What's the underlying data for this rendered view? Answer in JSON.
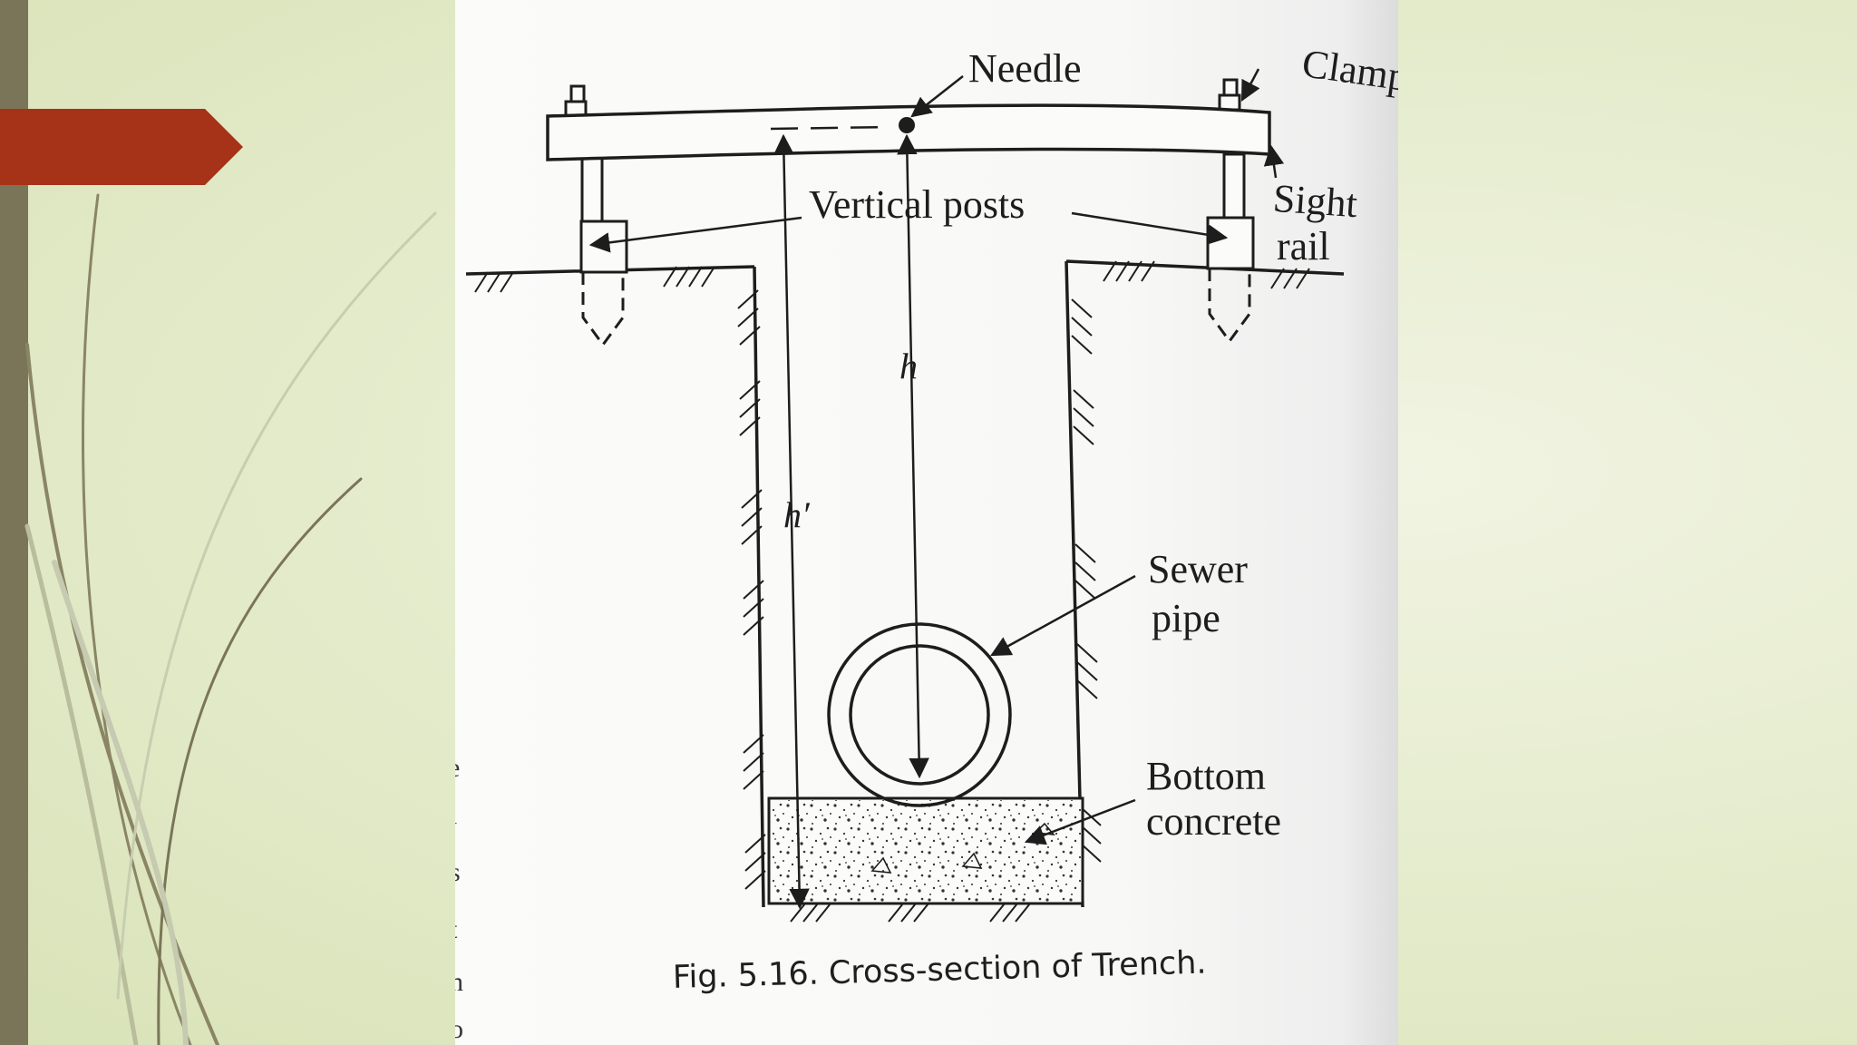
{
  "slide": {
    "colors": {
      "left_bar": "#7a7558",
      "arrow_tab": "#a63217",
      "background": "#e4ebcb"
    }
  },
  "figure": {
    "labels": {
      "needle": "Needle",
      "clamp": "Clamp",
      "vertical_posts": "Vertical posts",
      "sight": "Sight",
      "rail": "rail",
      "h": "h",
      "h_prime": "h′",
      "sewer": "Sewer",
      "pipe": "pipe",
      "bottom": "Bottom",
      "concrete": "concrete"
    },
    "caption": "Fig. 5.16. Cross-section of Trench."
  },
  "page_edge_fragments": [
    "e",
    "l",
    "s",
    "t",
    "n",
    "o"
  ]
}
